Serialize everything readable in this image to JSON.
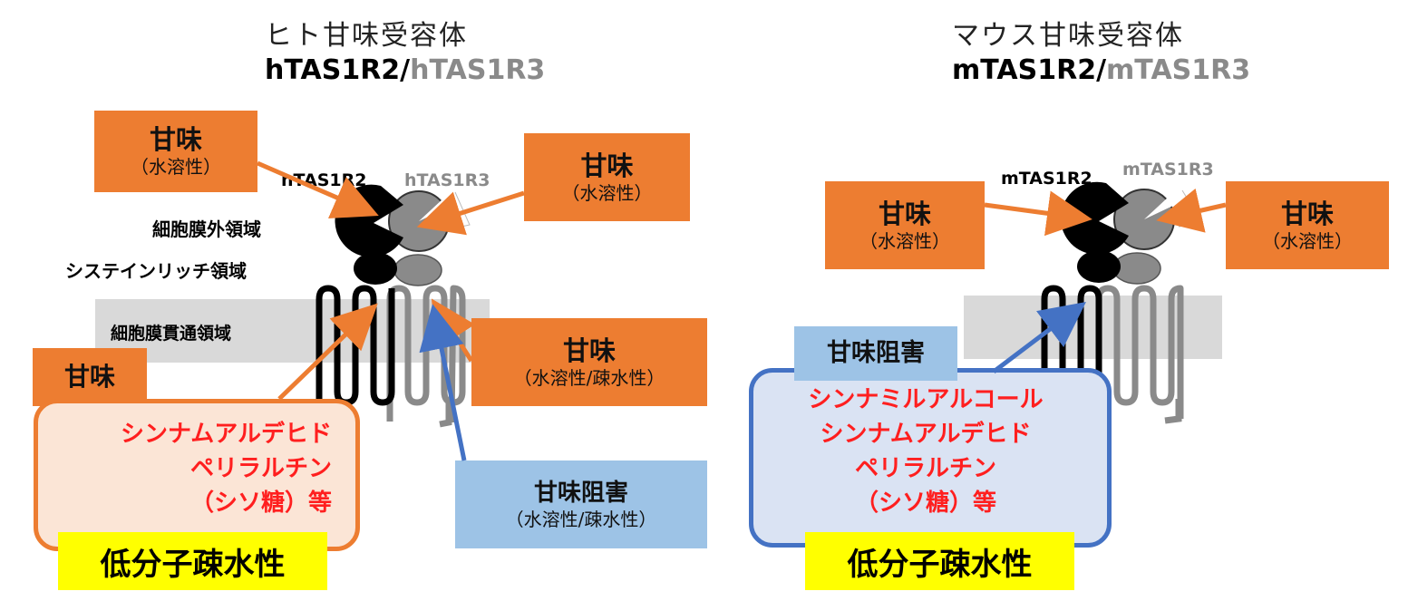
{
  "human": {
    "title_sub": "ヒト甘味受容体",
    "title_r2": "hTAS1R2",
    "title_sep": "/",
    "title_r3": "hTAS1R3",
    "label_r2": "hTAS1R2",
    "label_r3": "hTAS1R3",
    "region_extracellular": "細胞膜外領域",
    "region_cysteine": "システインリッチ領域",
    "region_transmembrane": "細胞膜貫通領域",
    "box_sweet_left": {
      "title": "甘味",
      "sub": "（水溶性）"
    },
    "box_sweet_right": {
      "title": "甘味",
      "sub": "（水溶性）"
    },
    "box_sweet_tm": {
      "title": "甘味",
      "sub": "（水溶性/疎水性）"
    },
    "box_sweet_small": {
      "title": "甘味"
    },
    "box_inhibit": {
      "title": "甘味阻害",
      "sub": "（水溶性/疎水性）"
    },
    "compounds": [
      "シンナムアルデヒド",
      "ペリラルチン",
      "（シソ糖）等"
    ],
    "hydrophobic_label": "低分子疎水性"
  },
  "mouse": {
    "title_sub": "マウス甘味受容体",
    "title_r2": "mTAS1R2",
    "title_sep": "/",
    "title_r3": "mTAS1R3",
    "label_r2": "mTAS1R2",
    "label_r3": "mTAS1R3",
    "box_sweet_left": {
      "title": "甘味",
      "sub": "（水溶性）"
    },
    "box_sweet_right": {
      "title": "甘味",
      "sub": "（水溶性）"
    },
    "box_inhibit": {
      "title": "甘味阻害"
    },
    "compounds": [
      "シンナミルアルコール",
      "シンナムアルデヒド",
      "ペリラルチン",
      "（シソ糖）等"
    ],
    "hydrophobic_label": "低分子疎水性"
  },
  "colors": {
    "orange": "#ed7d31",
    "light_orange": "#fbe5d6",
    "blue_box": "#9dc3e6",
    "blue_frame": "#4472c4",
    "light_blue": "#dae3f3",
    "red_text": "#ff1f1f",
    "yellow": "#ffff00",
    "membrane": "#d9d9d9",
    "r3_grey": "#8a8a8a"
  }
}
